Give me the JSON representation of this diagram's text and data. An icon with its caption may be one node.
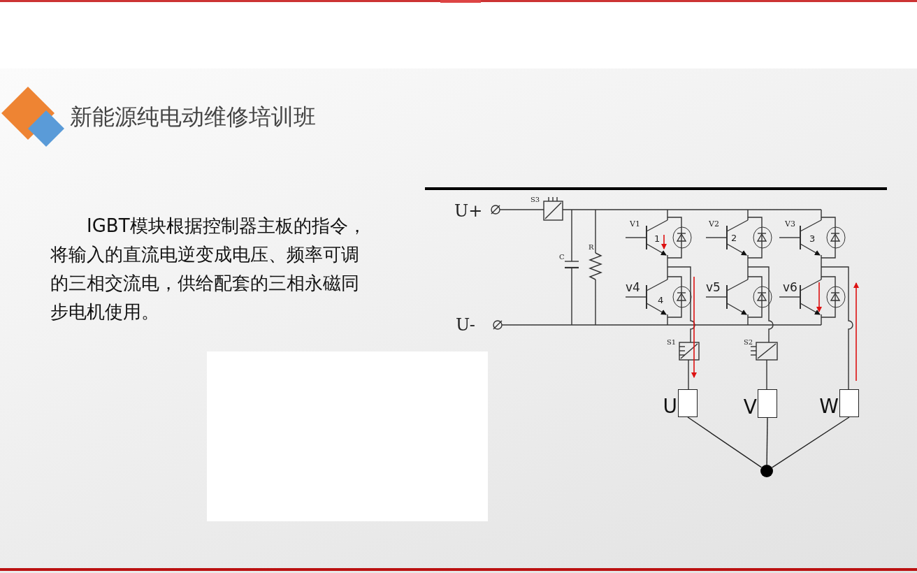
{
  "diagram": {
    "title": "新能源纯电动维修培训班",
    "nodes": [
      {
        "text": [
          "U"
        ]
      },
      {
        "text": [
          "V"
        ]
      },
      {
        "text": [
          "W"
        ]
      },
      {
        "text": [],
        "shape": "circle"
      }
    ],
    "edges": [
      {
        "from": 0,
        "to": 3,
        "arrow": "none"
      },
      {
        "from": 1,
        "to": 3,
        "arrow": "none"
      },
      {
        "from": 2,
        "to": 3,
        "arrow": "none"
      }
    ],
    "labels": [
      "IGBT模块根据控制器主板的指令，将输入的直流电逆变成电压、频率可调的三相交流电，供给配套的三相永磁同步电机使用。",
      "U+",
      "U-",
      "S3",
      "C",
      "R",
      "V1",
      "V2",
      "V3",
      "v4",
      "v5",
      "v6",
      "S1",
      "S2",
      "1",
      "2",
      "3",
      "4"
    ]
  }
}
